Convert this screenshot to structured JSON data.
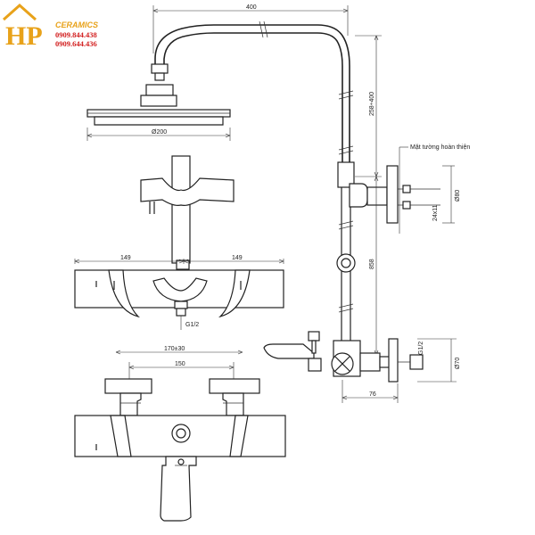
{
  "logo": {
    "letters": "HP",
    "brand": "CERAMICS",
    "phone_1": "0909.844.438",
    "phone_2": "0909.644.436",
    "colors": {
      "brand": "#e8a21a",
      "phone": "#d21f1f"
    }
  },
  "dimensions": {
    "arm_length": "400",
    "head_diameter": "Ø200",
    "pipe_height": "258÷400",
    "wall_note": "Mặt tường hoàn thiện",
    "bracket_diameter": "Ø80",
    "bracket_thread": "24x11",
    "riser_length": "858",
    "inlet_thread": "G1/2",
    "inlet_diameter": "Ø70",
    "offset": "76",
    "left_width": "149",
    "right_width": "149",
    "outlet_thread": "G1/2",
    "center_range": "170±30",
    "center_distance": "150"
  }
}
